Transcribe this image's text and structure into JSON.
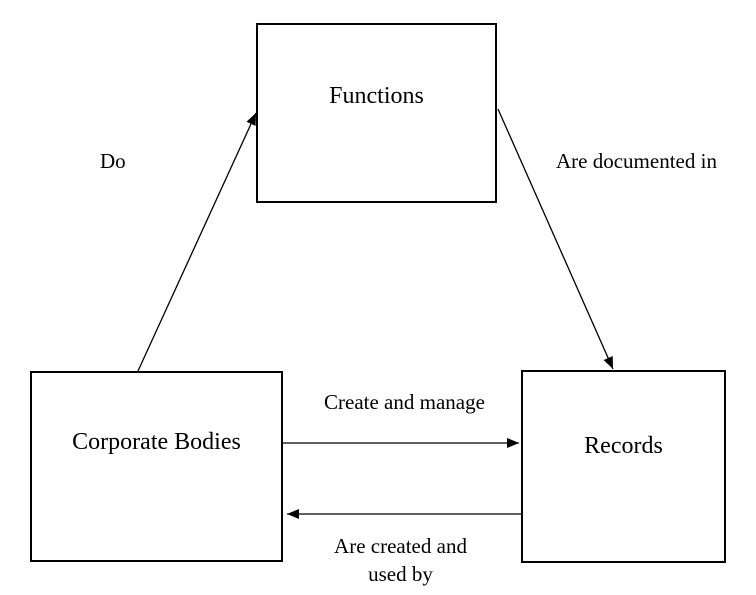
{
  "diagram": {
    "nodes": {
      "functions": {
        "label": "Functions"
      },
      "corporate_bodies": {
        "label": "Corporate Bodies"
      },
      "records": {
        "label": "Records"
      }
    },
    "edges": {
      "do": {
        "label": "Do",
        "from": "Corporate Bodies",
        "to": "Functions"
      },
      "are_documented_in": {
        "label": "Are documented in",
        "from": "Functions",
        "to": "Records"
      },
      "create_and_manage": {
        "label": "Create and manage",
        "from": "Corporate Bodies",
        "to": "Records"
      },
      "are_created_and_used_by": {
        "line1": "Are created and",
        "line2": "used by",
        "from": "Records",
        "to": "Corporate Bodies"
      }
    },
    "colors": {
      "line": "#000000",
      "text": "#000000",
      "background": "#ffffff"
    }
  }
}
